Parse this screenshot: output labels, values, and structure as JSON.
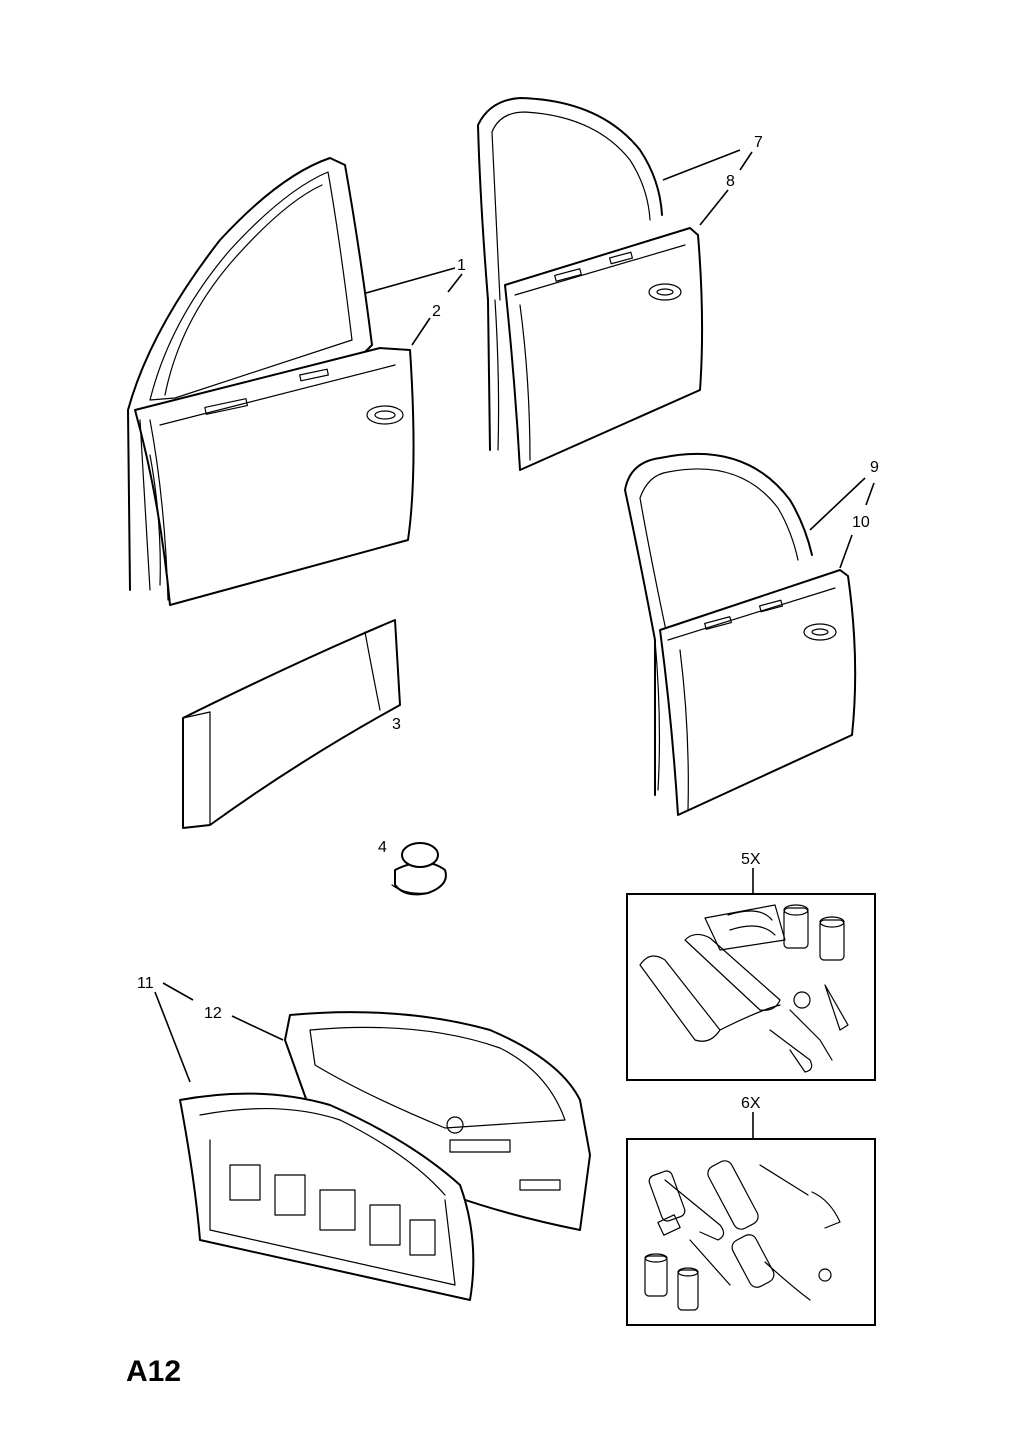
{
  "page_code": "A12",
  "callouts": {
    "c1": "1",
    "c2": "2",
    "c3": "3",
    "c4": "4",
    "c5": "5X",
    "c6": "6X",
    "c7": "7",
    "c8": "8",
    "c9": "9",
    "c10": "10",
    "c11": "11",
    "c12": "12"
  }
}
